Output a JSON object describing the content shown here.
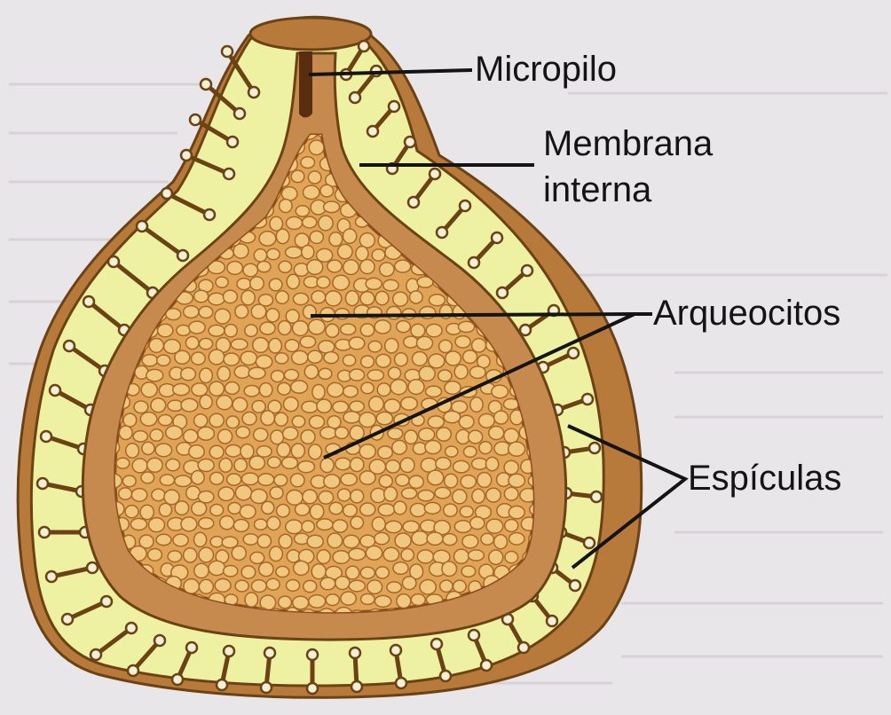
{
  "diagram": {
    "labels": {
      "micropilo": "Micropilo",
      "membrana_line1": "Membrana",
      "membrana_line2": "interna",
      "arqueocitos": "Arqueocitos",
      "espiculas": "Espículas"
    },
    "colors": {
      "background": "#e9e6e9",
      "spicule_layer": "#eef0a2",
      "outer_crust": "#b77a3a",
      "membrane": "#c68a4e",
      "archaeocyte_fill": "#dfa455",
      "archaeocyte_cell": "#efc77e",
      "leader_line": "#141414"
    }
  }
}
